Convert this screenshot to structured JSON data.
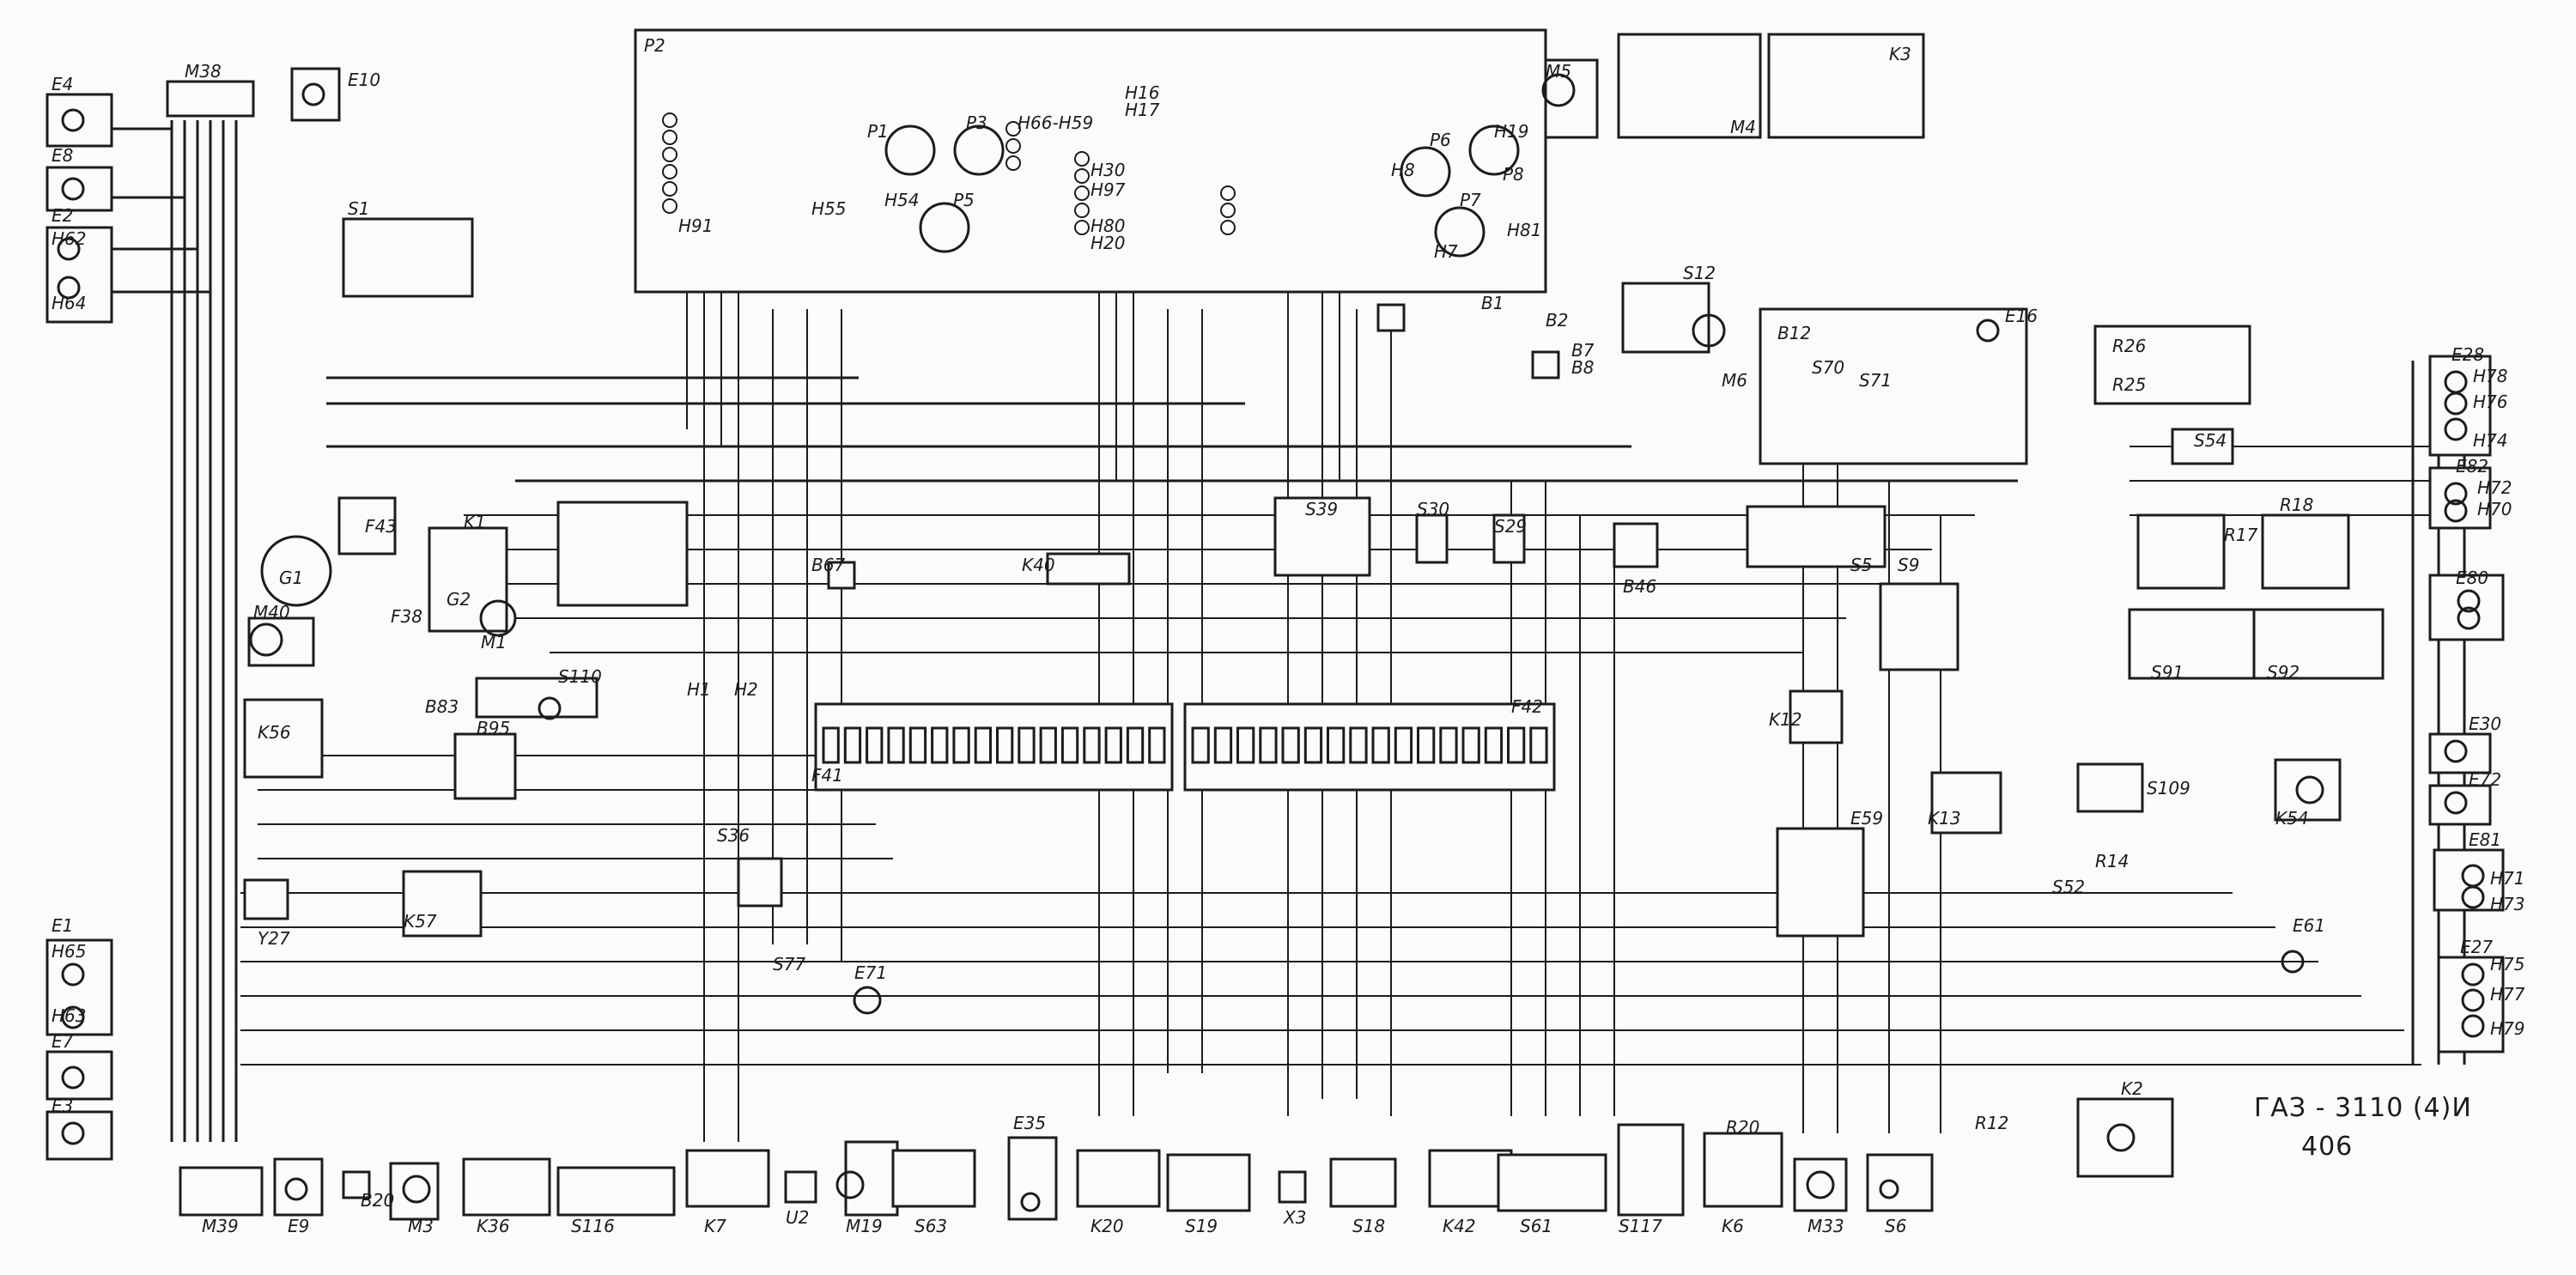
{
  "diagram": {
    "model_line1": "ГАЗ - 3110 (4)И",
    "model_line2": "406",
    "component_labels": [
      {
        "id": "E4"
      },
      {
        "id": "E8"
      },
      {
        "id": "E2"
      },
      {
        "id": "H62"
      },
      {
        "id": "H64"
      },
      {
        "id": "M38"
      },
      {
        "id": "E10"
      },
      {
        "id": "S1"
      },
      {
        "id": "P2"
      },
      {
        "id": "P1"
      },
      {
        "id": "P3"
      },
      {
        "id": "P5"
      },
      {
        "id": "H54"
      },
      {
        "id": "H55"
      },
      {
        "id": "H91"
      },
      {
        "id": "H66-H59"
      },
      {
        "id": "H16"
      },
      {
        "id": "H17"
      },
      {
        "id": "H30"
      },
      {
        "id": "H97"
      },
      {
        "id": "H80"
      },
      {
        "id": "H20"
      },
      {
        "id": "P6"
      },
      {
        "id": "P7"
      },
      {
        "id": "P8"
      },
      {
        "id": "H8"
      },
      {
        "id": "H7"
      },
      {
        "id": "H19"
      },
      {
        "id": "H81"
      },
      {
        "id": "M5"
      },
      {
        "id": "M4"
      },
      {
        "id": "K3"
      },
      {
        "id": "S12"
      },
      {
        "id": "B1"
      },
      {
        "id": "B2"
      },
      {
        "id": "B7"
      },
      {
        "id": "B8"
      },
      {
        "id": "M6"
      },
      {
        "id": "B12"
      },
      {
        "id": "S70"
      },
      {
        "id": "S71"
      },
      {
        "id": "E16"
      },
      {
        "id": "R26"
      },
      {
        "id": "R25"
      },
      {
        "id": "S54"
      },
      {
        "id": "E28"
      },
      {
        "id": "H78"
      },
      {
        "id": "H76"
      },
      {
        "id": "H74"
      },
      {
        "id": "E82"
      },
      {
        "id": "H72"
      },
      {
        "id": "H70"
      },
      {
        "id": "E80"
      },
      {
        "id": "G1"
      },
      {
        "id": "F43"
      },
      {
        "id": "K1"
      },
      {
        "id": "G2"
      },
      {
        "id": "M1"
      },
      {
        "id": "F38"
      },
      {
        "id": "M40"
      },
      {
        "id": "B83"
      },
      {
        "id": "S110"
      },
      {
        "id": "K56"
      },
      {
        "id": "B95"
      },
      {
        "id": "K57"
      },
      {
        "id": "Y27"
      },
      {
        "id": "B67"
      },
      {
        "id": "K40"
      },
      {
        "id": "S39"
      },
      {
        "id": "S30"
      },
      {
        "id": "S29"
      },
      {
        "id": "B46"
      },
      {
        "id": "S5"
      },
      {
        "id": "S9"
      },
      {
        "id": "K12"
      },
      {
        "id": "R17"
      },
      {
        "id": "R18"
      },
      {
        "id": "S91"
      },
      {
        "id": "S92"
      },
      {
        "id": "H1"
      },
      {
        "id": "H2"
      },
      {
        "id": "F41"
      },
      {
        "id": "F42"
      },
      {
        "id": "S36"
      },
      {
        "id": "E59"
      },
      {
        "id": "K13"
      },
      {
        "id": "S109"
      },
      {
        "id": "K54"
      },
      {
        "id": "E30"
      },
      {
        "id": "E72"
      },
      {
        "id": "E81"
      },
      {
        "id": "H71"
      },
      {
        "id": "H73"
      },
      {
        "id": "E1"
      },
      {
        "id": "H65"
      },
      {
        "id": "H63"
      },
      {
        "id": "E7"
      },
      {
        "id": "E3"
      },
      {
        "id": "S77"
      },
      {
        "id": "E71"
      },
      {
        "id": "S52"
      },
      {
        "id": "R14"
      },
      {
        "id": "E61"
      },
      {
        "id": "E27"
      },
      {
        "id": "H75"
      },
      {
        "id": "H77"
      },
      {
        "id": "H79"
      },
      {
        "id": "M39"
      },
      {
        "id": "E9"
      },
      {
        "id": "B20"
      },
      {
        "id": "M3"
      },
      {
        "id": "K36"
      },
      {
        "id": "S116"
      },
      {
        "id": "K7"
      },
      {
        "id": "U2"
      },
      {
        "id": "M19"
      },
      {
        "id": "S63"
      },
      {
        "id": "E35"
      },
      {
        "id": "K20"
      },
      {
        "id": "S19"
      },
      {
        "id": "X3"
      },
      {
        "id": "S18"
      },
      {
        "id": "K42"
      },
      {
        "id": "S61"
      },
      {
        "id": "S117"
      },
      {
        "id": "R20"
      },
      {
        "id": "K6"
      },
      {
        "id": "M33"
      },
      {
        "id": "S6"
      },
      {
        "id": "R12"
      },
      {
        "id": "K2"
      }
    ]
  }
}
